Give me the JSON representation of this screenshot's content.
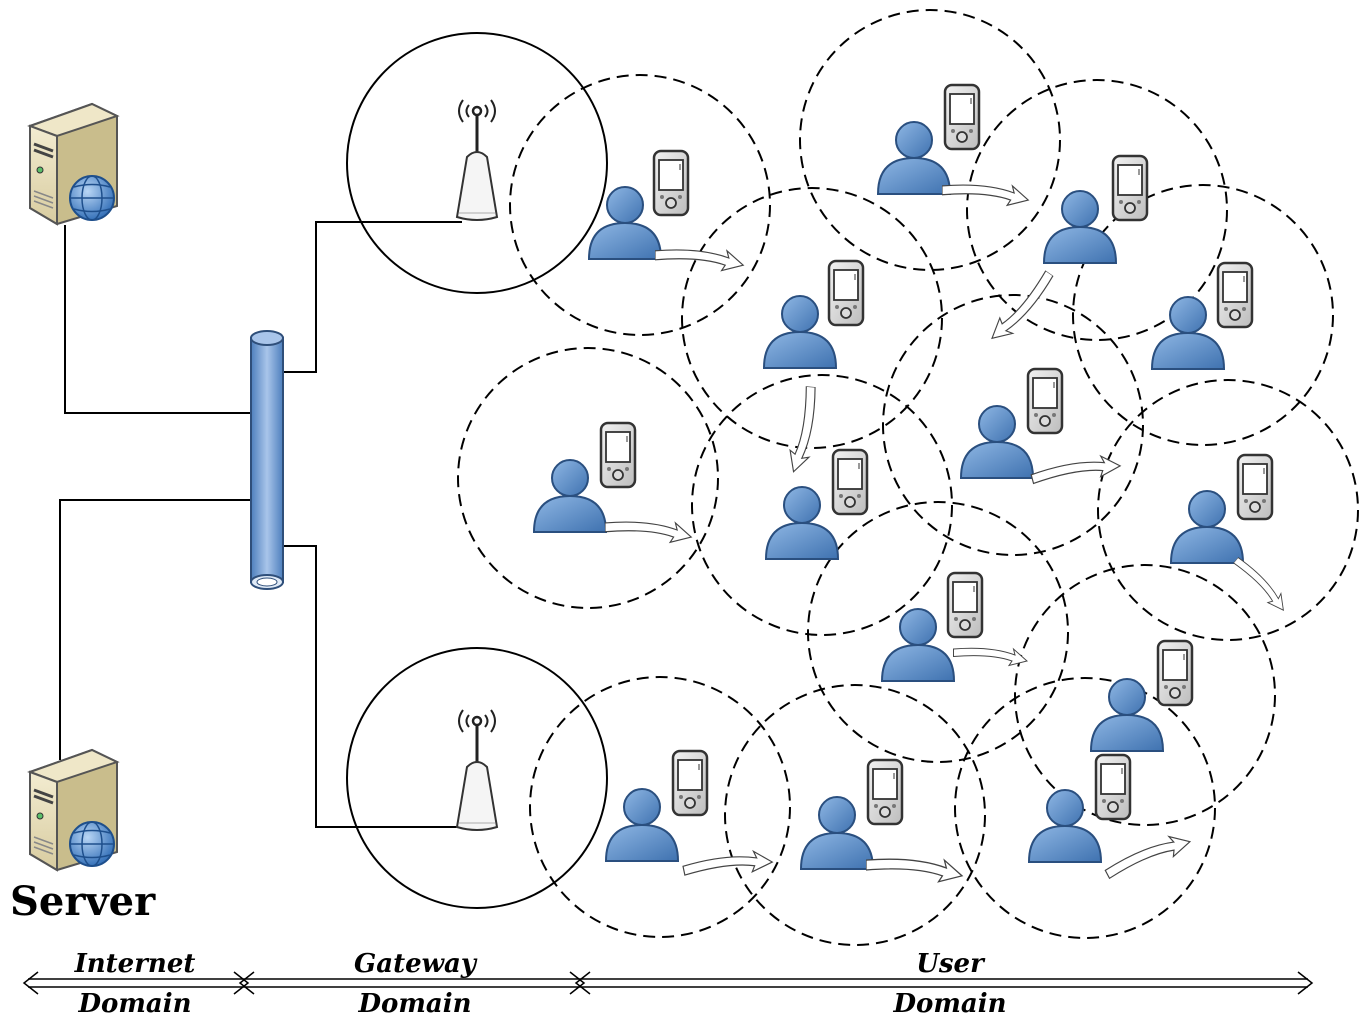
{
  "labels": {
    "server": "Server"
  },
  "domains": [
    {
      "line1": "Internet",
      "line2": "Domain"
    },
    {
      "line1": "Gateway",
      "line2": "Domain"
    },
    {
      "line1": "User",
      "line2": "Domain"
    }
  ],
  "colors": {
    "user_fill": "#5b8fc9",
    "bus_fill": "#7fa6d6",
    "line": "#000000",
    "server_body": "#e8dfb8"
  },
  "icons": {
    "server": "server-globe-icon",
    "gateway": "wireless-access-point-icon",
    "user": "user-person-icon",
    "device": "pda-handheld-icon",
    "bus": "network-bus-cylinder"
  }
}
